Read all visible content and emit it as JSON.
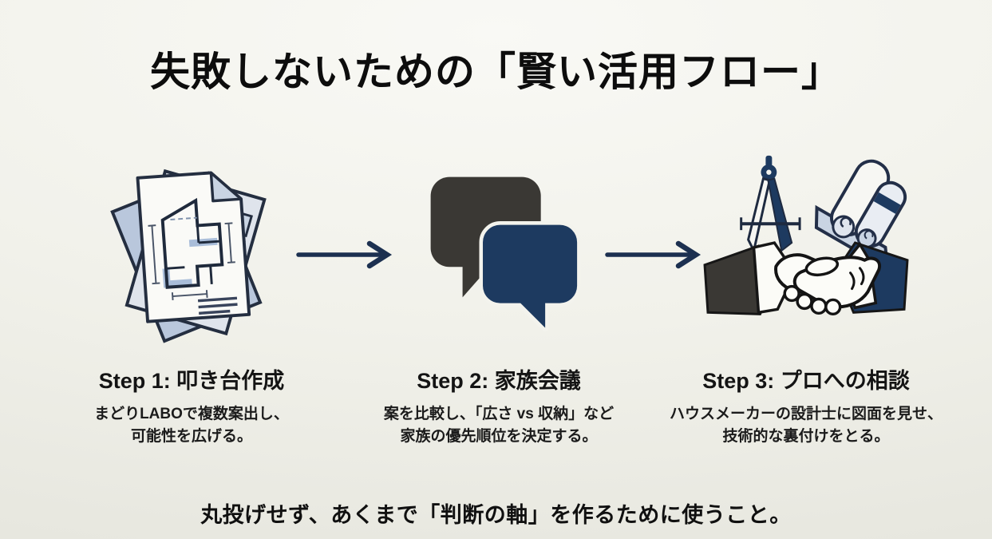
{
  "title": "失敗しないための「賢い活用フロー」",
  "steps": [
    {
      "icon": "floorplan-documents-icon",
      "title": "Step 1: 叩き台作成",
      "desc_lines": [
        "まどりLABOで複数案出し、",
        "可能性を広げる。"
      ]
    },
    {
      "icon": "speech-bubbles-icon",
      "title": "Step 2: 家族会議",
      "desc_lines": [
        "案を比較し、「広さ vs 収納」など",
        "家族の優先順位を決定する。"
      ]
    },
    {
      "icon": "handshake-consultation-icon",
      "title": "Step 3: プロへの相談",
      "desc_lines": [
        "ハウスメーカーの設計士に図面を見せ、",
        "技術的な裏付けをとる。"
      ]
    }
  ],
  "footer_note": "丸投げせず、あくまで「判断の軸」を作るために使うこと。",
  "colors": {
    "background_top": "#f9f9f5",
    "background_bottom": "#e7e7df",
    "title_text": "#0d0d0d",
    "body_text": "#1b1b1b",
    "navy": "#1d3a60",
    "charcoal": "#3a3834",
    "arrow": "#1c3050",
    "paper_blue": "#c9d4e3",
    "paper_blue_dark": "#b9c7dc",
    "outline": "#242e40"
  }
}
